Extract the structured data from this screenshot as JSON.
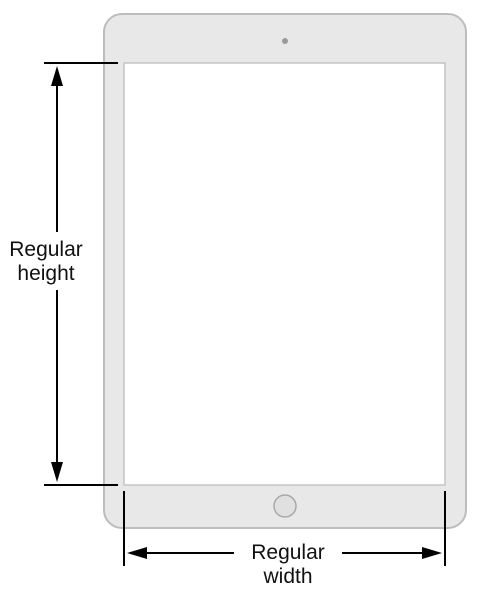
{
  "diagram": {
    "device": "tablet-portrait",
    "colors": {
      "device_body": "#e8e8e8",
      "device_outline": "#bdbdbd",
      "screen": "#ffffff",
      "home_button": "#e0e0e0",
      "dimension_lines": "#000000",
      "text": "#111111"
    },
    "height_label": {
      "line1": "Regular",
      "line2": "height"
    },
    "width_label": {
      "line1": "Regular",
      "line2": "width"
    }
  }
}
